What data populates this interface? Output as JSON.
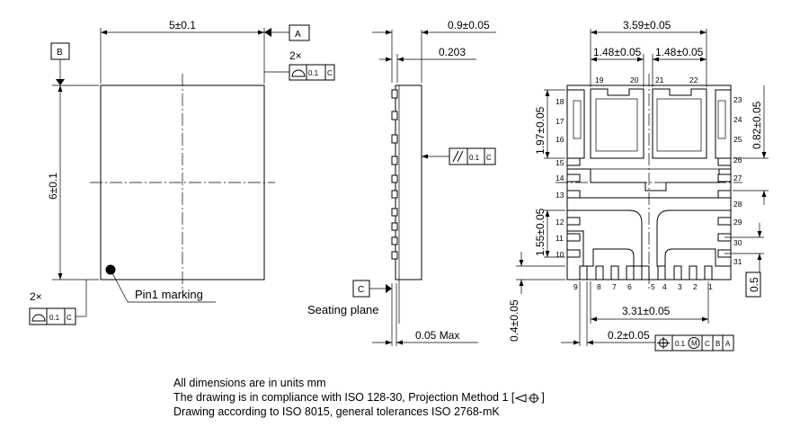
{
  "top_view": {
    "width_dim": "5±0.1",
    "height_dim": "6±0.1",
    "datum_a": "A",
    "datum_b": "B",
    "count_2x_top": "2×",
    "count_2x_bottom": "2×",
    "profile_tol_top": "0.1",
    "profile_ref_top": "C",
    "profile_tol_bottom": "0.1",
    "profile_ref_bottom": "C",
    "pin1_label": "Pin1 marking"
  },
  "side_view": {
    "thickness_dim": "0.9±0.05",
    "standoff_dim": "0.203",
    "parallel_tol": "0.1",
    "parallel_ref": "C",
    "datum_c": "C",
    "seating_plane_label": "Seating plane",
    "coplanarity_dim": "0.05 Max"
  },
  "bottom_view": {
    "overall_width": "3.59±0.05",
    "pad_width_left": "1.48±0.05",
    "pad_width_right": "1.48±0.05",
    "left_upper_height": "1.97±0.05",
    "left_lower_height": "1.55±0.05",
    "right_height": "0.82±0.05",
    "bottom_span": "3.31±0.05",
    "pin_length": "0.4±0.05",
    "pin_width": "0.2±0.05",
    "pitch_basic": "0.5",
    "position_tol": "0.1",
    "position_mod": "M",
    "position_refs": [
      "C",
      "B",
      "A"
    ],
    "pins_top": [
      "19",
      "20",
      "21",
      "22"
    ],
    "pins_left": [
      "18",
      "17",
      "16",
      "15",
      "14",
      "13",
      "12",
      "11",
      "10"
    ],
    "pins_right": [
      "23",
      "24",
      "25",
      "26",
      "27",
      "28",
      "29",
      "30",
      "31"
    ],
    "pins_bottom": [
      "9",
      "8",
      "7",
      "6",
      "5",
      "4",
      "3",
      "2",
      "1"
    ]
  },
  "notes": {
    "line1": "All dimensions are in units mm",
    "line2_pre": "The drawing is in compliance with ISO 128-30, Projection Method 1 [",
    "line2_post": "]",
    "line3": "Drawing according to ISO 8015, general tolerances ISO 2768-mK"
  }
}
